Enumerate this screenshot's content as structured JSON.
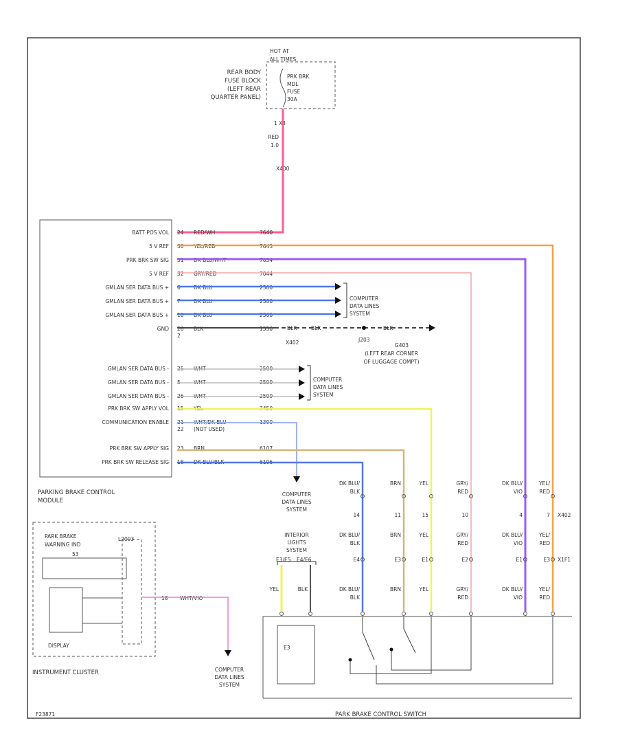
{
  "fuse": {
    "hot_at": [
      "HOT AT",
      "ALL TIMES"
    ],
    "block_label": [
      "REAR BODY",
      "FUSE BLOCK",
      "(LEFT REAR",
      "QUARTER PANEL)"
    ],
    "fuse_name": [
      "PRK BRK",
      "MDL",
      "FUSE",
      "30A"
    ],
    "pin": "1  X3",
    "wire_color": "RED",
    "wire_gauge": "1.0",
    "connector": "X400"
  },
  "module": {
    "name": [
      "PARKING BRAKE CONTROL",
      "MODULE"
    ],
    "pins": [
      {
        "label": "BATT POS VOL",
        "pin": "24",
        "wire": "RED/WH",
        "circuit": "7640",
        "color": "#ff5d8f"
      },
      {
        "label": "5 V REF",
        "pin": "30",
        "wire": "YEL/RED",
        "circuit": "7643",
        "color": "#f5a14a"
      },
      {
        "label": "PRK BRK SW SIG",
        "pin": "31",
        "wire": "DK BLU/WHT",
        "circuit": "7034",
        "color": "#9b5cf0"
      },
      {
        "label": "5 V REF",
        "pin": "32",
        "wire": "GRY/RED",
        "circuit": "7044",
        "color": "#f0a6a6"
      },
      {
        "label": "GMLAN SER DATA BUS +",
        "pin": "6",
        "wire": "DK BLU",
        "circuit": "2500",
        "color": "#4f78e6"
      },
      {
        "label": "GMLAN SER DATA BUS +",
        "pin": "7",
        "wire": "DK BLU",
        "circuit": "2500",
        "color": "#4f78e6"
      },
      {
        "label": "GMLAN SER DATA BUS +",
        "pin": "16",
        "wire": "DK BLU",
        "circuit": "2500",
        "color": "#4f78e6"
      },
      {
        "label": "GND",
        "pin": "26",
        "wire": "BLK",
        "circuit": "1550",
        "color": "#555555"
      },
      {
        "label": "",
        "pin": "2",
        "wire": "",
        "circuit": "",
        "color": ""
      },
      {
        "label": "GMLAN SER DATA BUS -",
        "pin": "25",
        "wire": "WHT",
        "circuit": "2500",
        "color": "#bbbbbb"
      },
      {
        "label": "GMLAN SER DATA BUS -",
        "pin": "5",
        "wire": "WHT",
        "circuit": "2500",
        "color": "#bbbbbb"
      },
      {
        "label": "GMLAN SER DATA BUS -",
        "pin": "26",
        "wire": "WHT",
        "circuit": "2500",
        "color": "#bbbbbb"
      },
      {
        "label": "PRK BRK SW APPLY VOL",
        "pin": "15",
        "wire": "YEL",
        "circuit": "7450",
        "color": "#f2f25c"
      },
      {
        "label": "COMMUNICATION ENABLE",
        "pin": "21",
        "wire": "WHT/DK BLU",
        "circuit": "1300",
        "color": "#9fb4ee"
      },
      {
        "label": "",
        "pin": "22",
        "wire": "(NOT USED)",
        "circuit": "",
        "color": ""
      },
      {
        "label": "PRK BRK SW APPLY SIG",
        "pin": "23",
        "wire": "BRN",
        "circuit": "6107",
        "color": "#d4b57a"
      },
      {
        "label": "PRK BRK SW RELEASE SIG",
        "pin": "18",
        "wire": "DK BLU/BLK",
        "circuit": "6106",
        "color": "#5577dd"
      }
    ]
  },
  "refs": {
    "computer_data_lines": [
      "COMPUTER",
      "DATA LINES",
      "SYSTEM"
    ],
    "ground_splice": "J203",
    "ground_wire_a": "BLK",
    "ground_wire_b": "BLK",
    "ground_conn": "X402",
    "ground_name": [
      "G403",
      "(LEFT REAR CORNER",
      "OF LUGGAGE COMPT)"
    ],
    "interior_lights": [
      "INTERIOR",
      "LIGHTS",
      "SYSTEM"
    ]
  },
  "switch_wires": {
    "top": [
      {
        "name": [
          "DK BLU/",
          "BLK"
        ],
        "pin": "14"
      },
      {
        "name": [
          "BRN"
        ],
        "pin": "11"
      },
      {
        "name": [
          "YEL"
        ],
        "pin": "15"
      },
      {
        "name": [
          "GRY/",
          "RED"
        ],
        "pin": "10"
      },
      {
        "name": [
          "DK BLU/",
          "VIO"
        ],
        "pin": "4"
      },
      {
        "name": [
          "YEL/",
          "RED"
        ],
        "pin": "7"
      }
    ],
    "top_conn": "X402",
    "mid": [
      {
        "name": [
          "DK BLU/",
          "BLK"
        ],
        "pin": "E4"
      },
      {
        "name": [
          "BRN"
        ],
        "pin": "E3"
      },
      {
        "name": [
          "YEL"
        ],
        "pin": "E1"
      },
      {
        "name": [
          "GRY/",
          "RED"
        ],
        "pin": "E2"
      },
      {
        "name": [
          "DK BLU/",
          "VIO"
        ],
        "pin": "E1"
      },
      {
        "name": [
          "YEL/",
          "RED"
        ],
        "pin": "E3"
      }
    ],
    "mid_conn": "X1F1",
    "bottom": [
      {
        "name": [
          "YEL"
        ]
      },
      {
        "name": [
          "BLK"
        ]
      },
      {
        "name": [
          "DK BLU/",
          "BLK"
        ]
      },
      {
        "name": [
          "BRN"
        ]
      },
      {
        "name": [
          "YEL"
        ]
      },
      {
        "name": [
          "GRY/",
          "RED"
        ]
      },
      {
        "name": [
          "DK BLU/",
          "VIO"
        ]
      },
      {
        "name": [
          "YEL/",
          "RED"
        ]
      }
    ],
    "interior_pins": [
      "E3/E5",
      "E4/E6"
    ]
  },
  "cluster": {
    "indicator": [
      "PARK BRAKE",
      "WARNING IND"
    ],
    "indicator_pin": "53",
    "display": "DISPLAY",
    "name": "INSTRUMENT CLUSTER",
    "wire_pin": "18",
    "wire": "WHT/VIO",
    "cluster_code": "L2093"
  },
  "switch": {
    "name": "PARK BRAKE CONTROL SWITCH",
    "lamp": "E3"
  },
  "footer_code": "F23871"
}
